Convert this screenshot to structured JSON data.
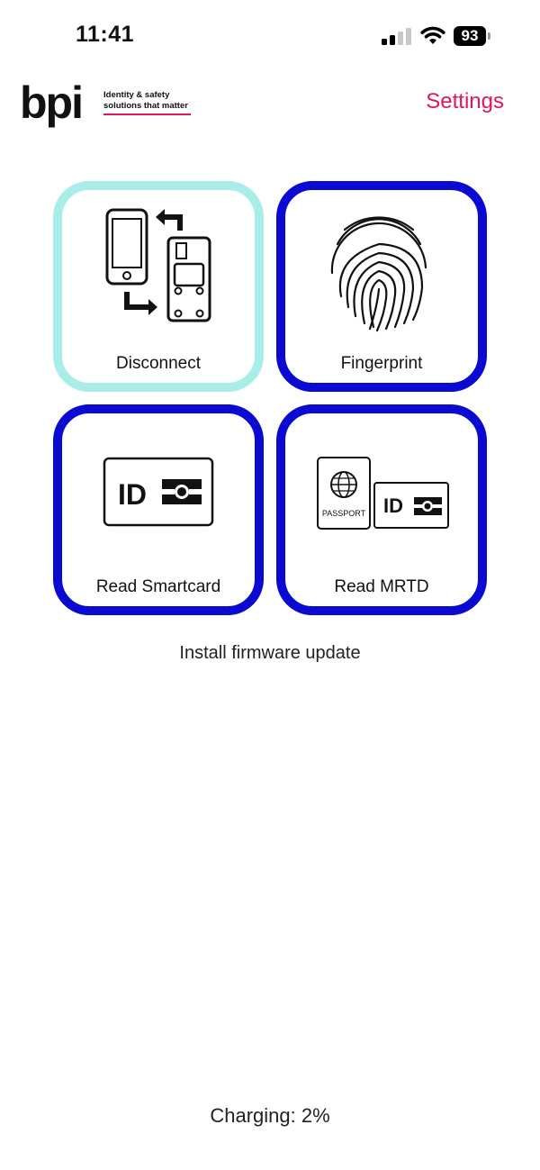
{
  "status_bar": {
    "time": "11:41",
    "battery_level": "93",
    "signal_bars_active": 2,
    "signal_bars_total": 4
  },
  "header": {
    "logo_text": "bpi",
    "tagline_line1": "Identity & safety",
    "tagline_line2": "solutions that matter",
    "settings_label": "Settings"
  },
  "tiles": [
    {
      "label": "Disconnect",
      "icon": "phone-reader-sync-icon",
      "state": "connected"
    },
    {
      "label": "Fingerprint",
      "icon": "fingerprint-icon",
      "state": "default"
    },
    {
      "label": "Read Smartcard",
      "icon": "id-card-icon",
      "state": "default"
    },
    {
      "label": "Read MRTD",
      "icon": "passport-id-icon",
      "state": "default"
    }
  ],
  "id_badge_text": "ID",
  "passport_text": "PASSPORT",
  "firmware_label": "Install firmware update",
  "charging_label": "Charging: 2%",
  "colors": {
    "accent": "#e4135e",
    "tile_border": "#0a0ad0",
    "tile_connected_border": "#a8ede8"
  }
}
